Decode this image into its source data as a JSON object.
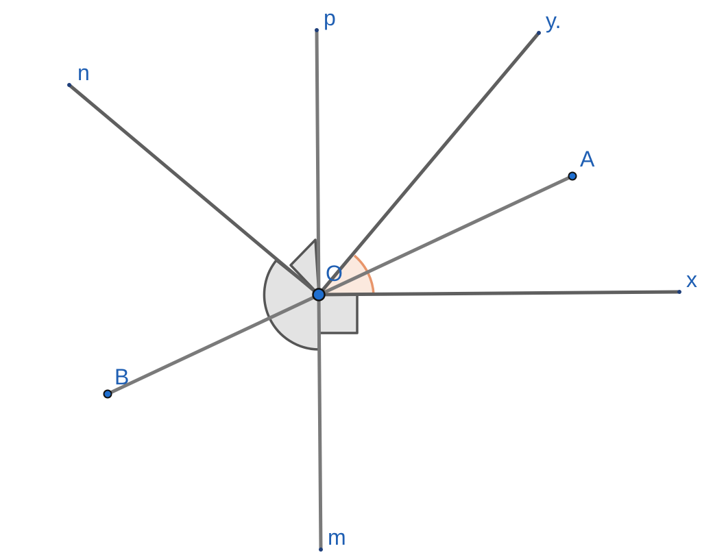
{
  "diagram": {
    "labels": {
      "p": "p",
      "y": "y.",
      "n": "n",
      "A": "A",
      "x": "x",
      "O": "O",
      "B": "B",
      "m": "m"
    },
    "colors": {
      "line_dark": "#5f5f5f",
      "line_light": "#7a7a7a",
      "sector_fill": "#e3e3e3",
      "sector_stroke": "#555555",
      "highlight_fill": "#fbe9de",
      "highlight_stroke": "#e8956a",
      "label": "#1f5fb3",
      "point_fill": "#1f6fd0"
    }
  }
}
